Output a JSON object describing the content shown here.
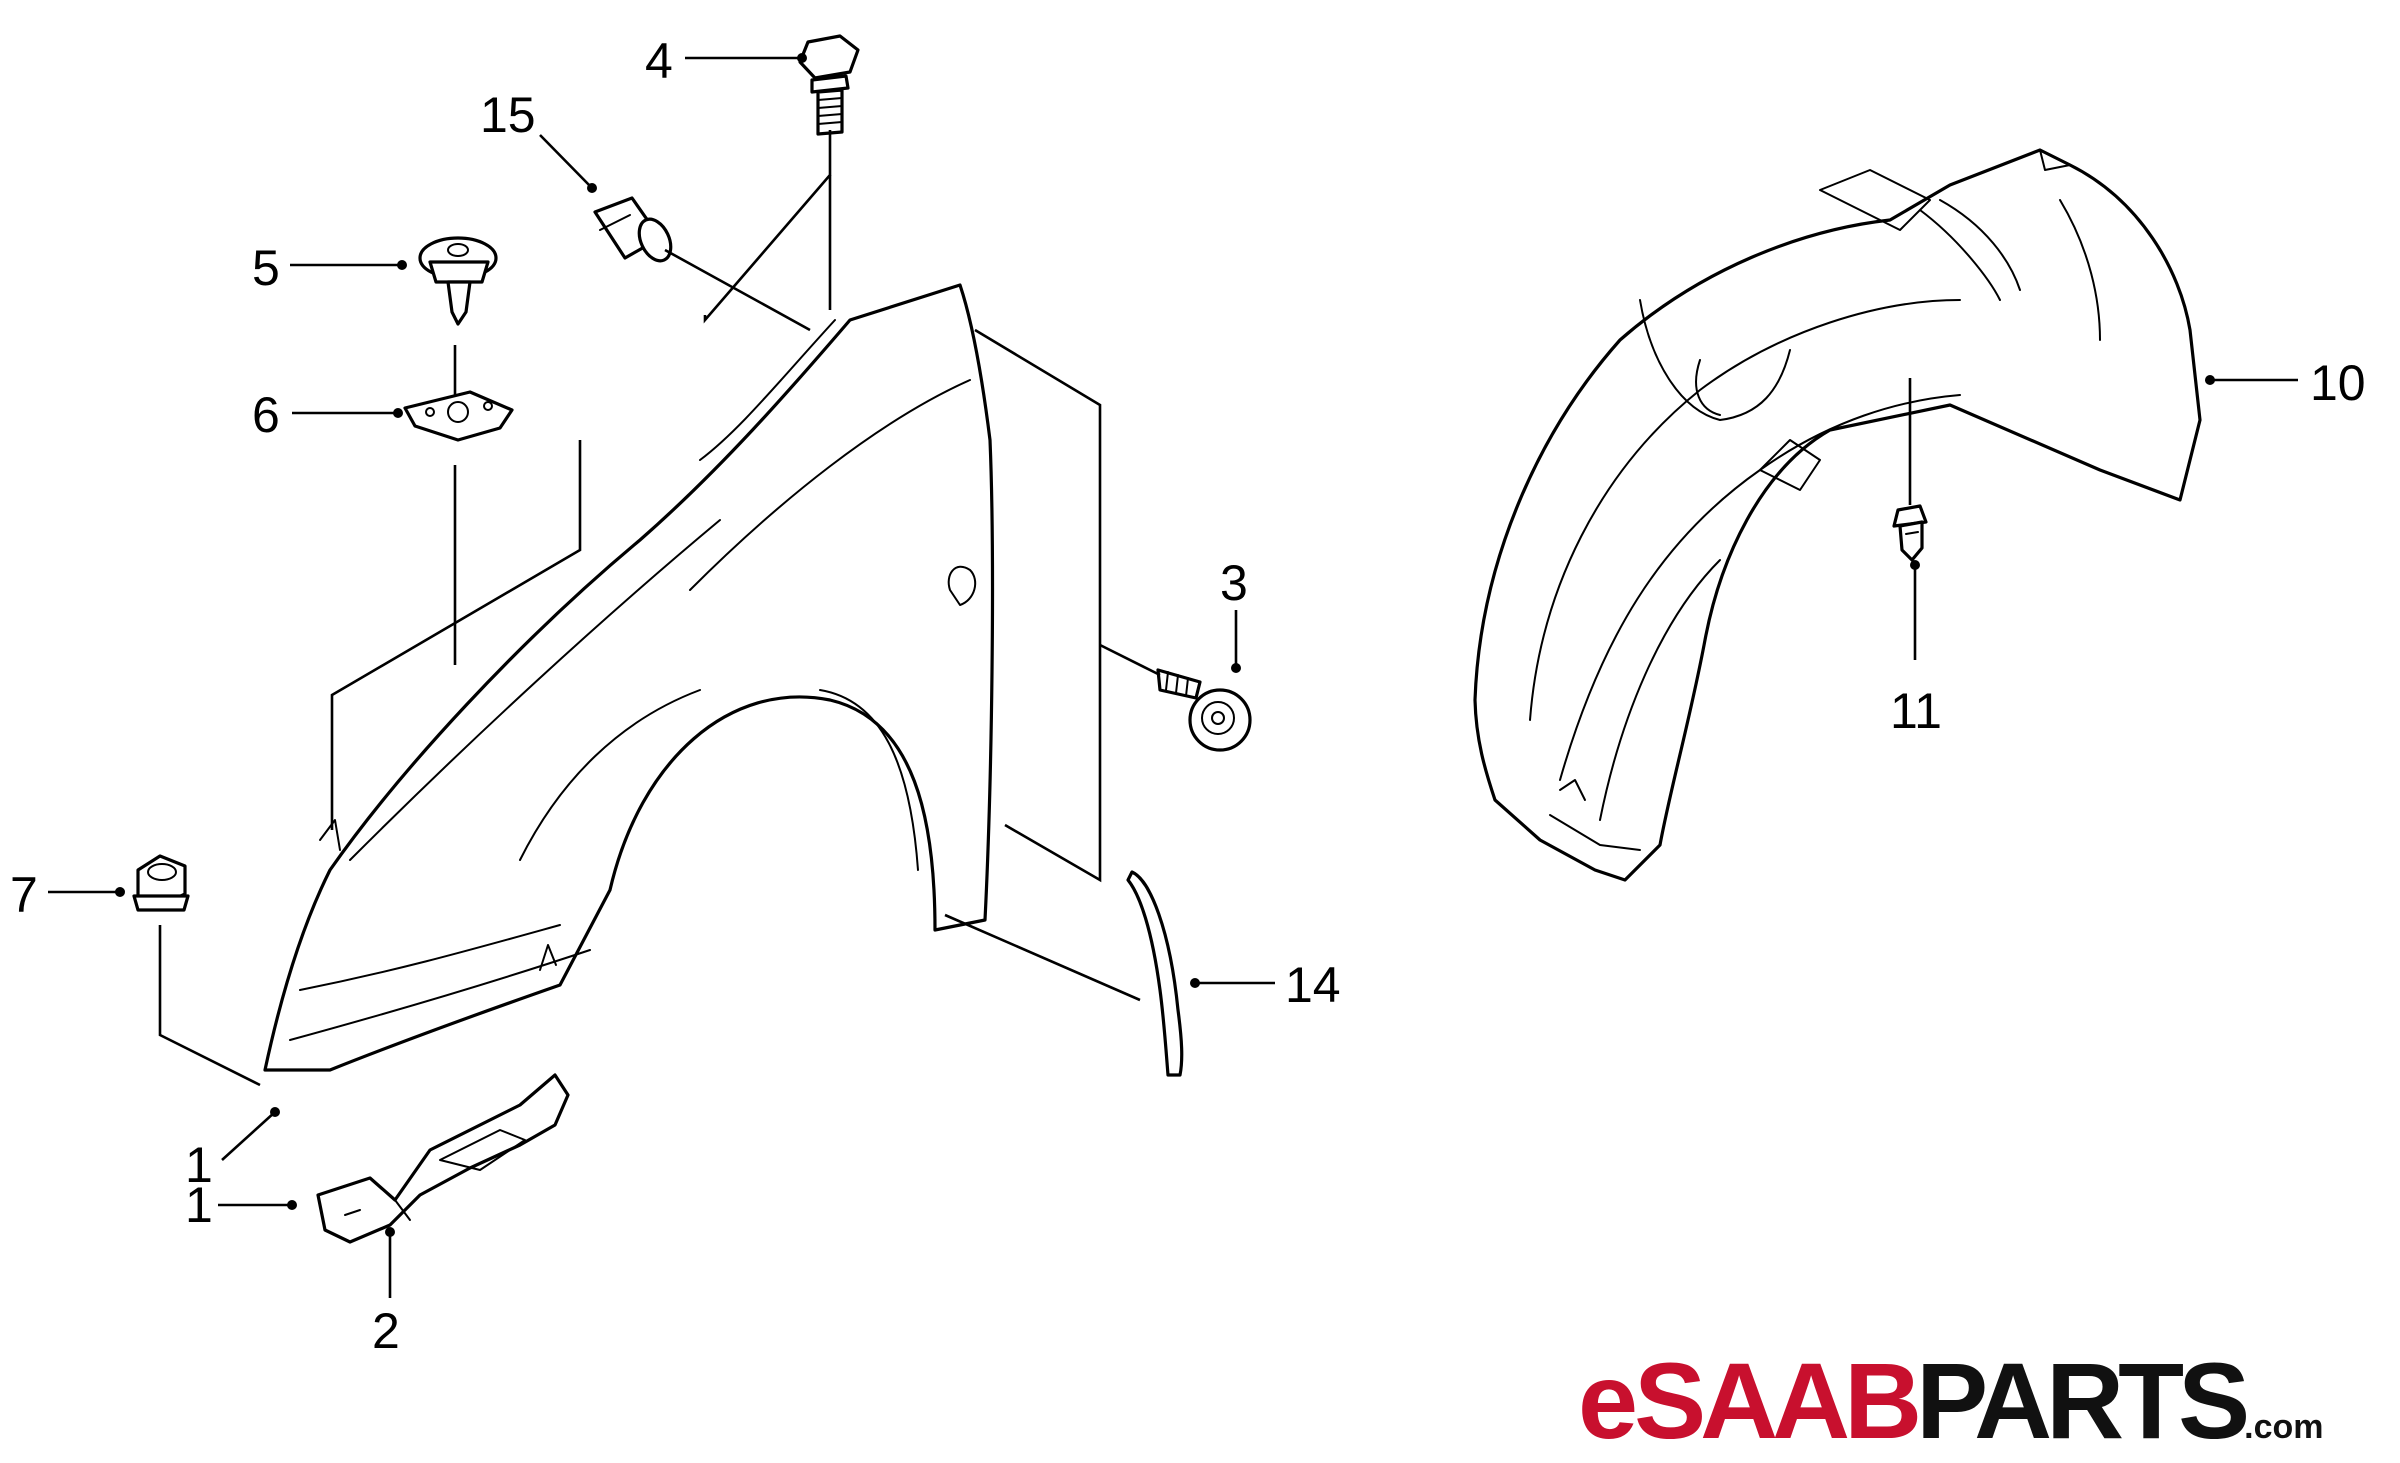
{
  "callouts": [
    {
      "id": "1a",
      "label": "1"
    },
    {
      "id": "1b",
      "label": "1"
    },
    {
      "id": "2",
      "label": "2"
    },
    {
      "id": "3",
      "label": "3"
    },
    {
      "id": "4",
      "label": "4"
    },
    {
      "id": "5",
      "label": "5"
    },
    {
      "id": "6",
      "label": "6"
    },
    {
      "id": "7",
      "label": "7"
    },
    {
      "id": "10",
      "label": "10"
    },
    {
      "id": "11",
      "label": "11"
    },
    {
      "id": "14",
      "label": "14"
    },
    {
      "id": "15",
      "label": "15"
    }
  ],
  "logo": {
    "prefix": "e",
    "brand": "SAAB",
    "suffix": "PARTS",
    "tld": ".com",
    "colors": {
      "prefix": "#c8102e",
      "brand": "#c8102e",
      "suffix": "#111111"
    }
  }
}
